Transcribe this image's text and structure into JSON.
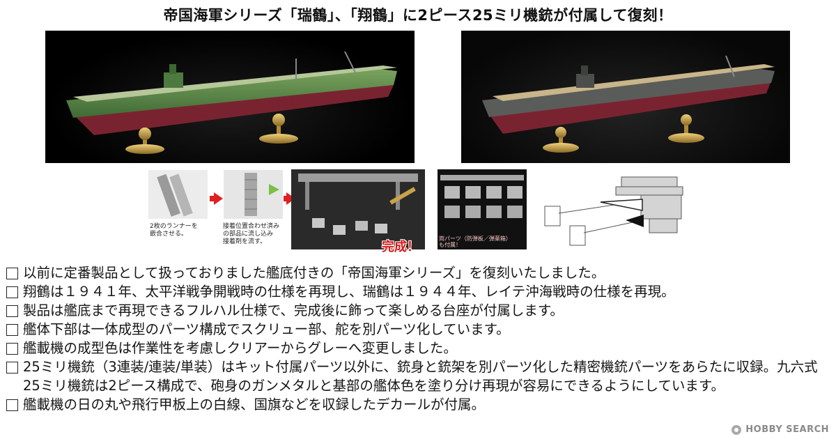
{
  "headline": "帝国海軍シリーズ「瑞鶴」、「翔鶴」に2ピース25ミリ機銃が付属して復刻！",
  "thumbs": {
    "label_1": "2枚のランナーを\n嵌合させる。",
    "label_2": "接着位置合わせ済み\nの部品に流し込み\n接着剤を流す。",
    "label_3": "完成！",
    "label_4": "両パーツ（防弾板／弾薬箱）\nも付属！"
  },
  "features": [
    "以前に定番製品として扱っておりました艦底付きの「帝国海軍シリーズ」を復刻いたしました。",
    "翔鶴は１９４１年、太平洋戦争開戦時の仕様を再現し、瑞鶴は１９４４年、レイテ沖海戦時の仕様を再現。",
    "製品は艦底まで再現できるフルハル仕様で、完成後に飾って楽しめる台座が付属します。",
    "艦体下部は一体成型のパーツ構成でスクリュー部、舵を別パーツ化しています。",
    "艦載機の成型色は作業性を考慮しクリアーからグレーへ変更しました。",
    "25ミリ機銃（3連装/連装/単装）はキット付属パーツ以外に、銃身と銃架を別パーツ化した精密機銃パーツをあらたに収録。九六式25ミリ機銃は2ピース構成で、砲身のガンメタルと基部の艦体色を塗り分け再現が容易にできるようにしています。",
    "艦載機の日の丸や飛行甲板上の白線、国旗などを収録したデカールが付属。"
  ],
  "watermark": "HOBBY SEARCH",
  "colors": {
    "accent_red": "#e02020",
    "hull_green": "#5e8a4a",
    "hull_grey": "#5a5c5a",
    "hull_red": "#7a2330",
    "deck_wood": "#c9b58a",
    "brass": "#c9a24a"
  }
}
